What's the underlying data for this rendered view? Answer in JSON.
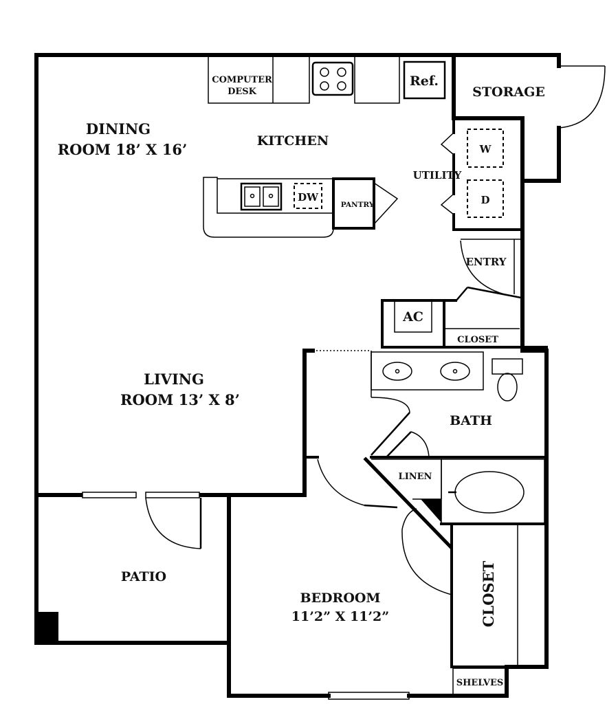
{
  "rooms": {
    "dining_line1": "DINING",
    "dining_line2": "ROOM 18’ X 16’",
    "kitchen": "KITCHEN",
    "computer_desk_line1": "COMPUTER",
    "computer_desk_line2": "DESK",
    "ref": "Ref.",
    "storage": "STORAGE",
    "utility": "UTILITY",
    "washer": "W",
    "dryer": "D",
    "dishwasher": "DW",
    "pantry": "PANTRY",
    "entry": "ENTRY",
    "ac": "AC",
    "hall_closet": "CLOSET",
    "living_line1": "LIVING",
    "living_line2": "ROOM 13’ X 8’",
    "bath": "BATH",
    "linen": "LINEN",
    "patio": "PATIO",
    "bedroom_line1": "BEDROOM",
    "bedroom_line2": "11’2” X 11’2”",
    "bedroom_closet": "CLOSET",
    "shelves": "SHELVES"
  }
}
